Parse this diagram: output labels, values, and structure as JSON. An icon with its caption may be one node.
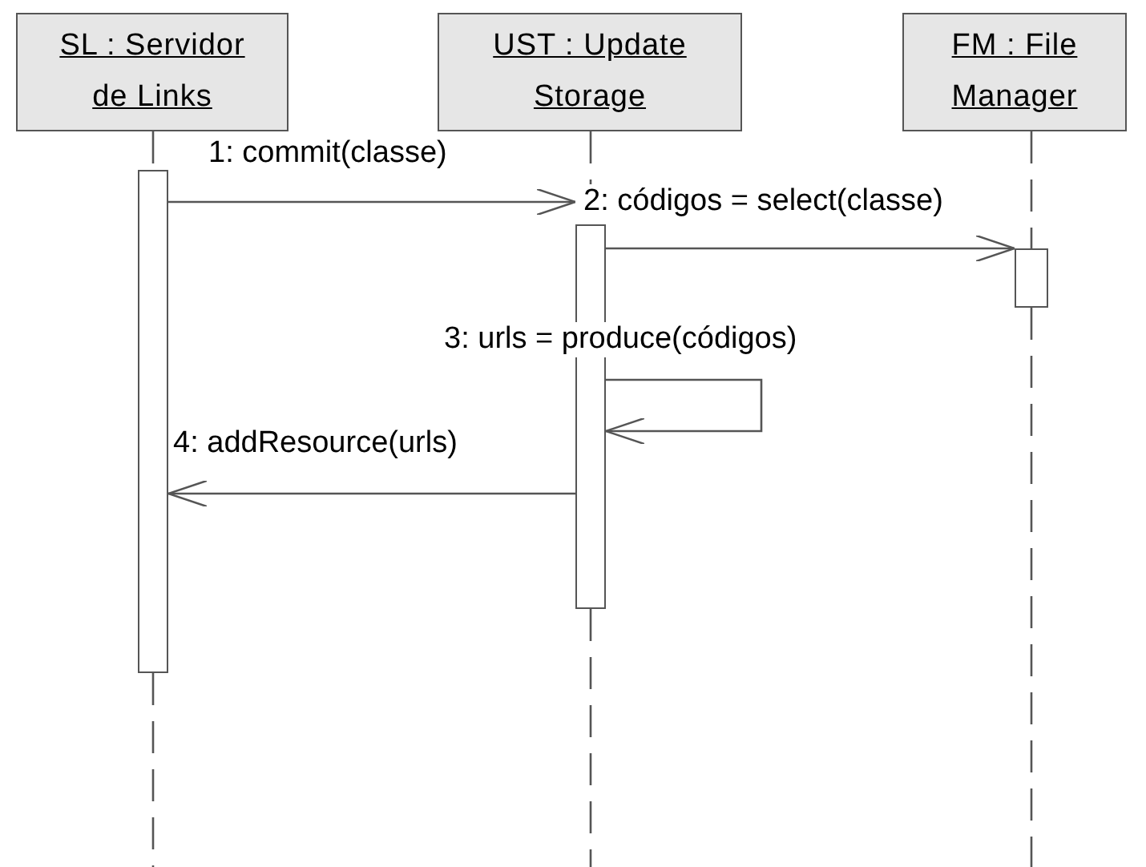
{
  "diagram": {
    "nodes": [
      {
        "text": [
          "SL : Servidor de Links"
        ]
      },
      {
        "text": [
          "UST : Update Storage"
        ]
      },
      {
        "text": [
          "FM : File Manager"
        ]
      },
      {
        "text": [],
        "shape": "bar"
      },
      {
        "text": [],
        "shape": "bar"
      },
      {
        "text": [],
        "shape": "bar"
      }
    ],
    "edges": [
      {
        "from": 3,
        "to": 4,
        "arrow": "to",
        "label": "1: commit(classe)"
      },
      {
        "from": 4,
        "to": 5,
        "arrow": "to",
        "label": "2: códigos = select(classe)"
      },
      {
        "from": 4,
        "to": 4,
        "arrow": "to",
        "label": "3: urls = produce(códigos)"
      },
      {
        "from": 4,
        "to": 3,
        "arrow": "to",
        "label": "4: addResource(urls)"
      },
      {
        "from": 0,
        "to": 3,
        "arrow": "none",
        "style": "dashed"
      },
      {
        "from": 1,
        "to": 4,
        "arrow": "none",
        "style": "dashed"
      },
      {
        "from": 2,
        "to": 5,
        "arrow": "none",
        "style": "dashed"
      },
      {
        "from": 3,
        "to": null,
        "arrow": "none",
        "style": "dashed"
      },
      {
        "from": 4,
        "to": null,
        "arrow": "none",
        "style": "dashed"
      },
      {
        "from": 5,
        "to": null,
        "arrow": "none",
        "style": "dashed"
      }
    ]
  }
}
